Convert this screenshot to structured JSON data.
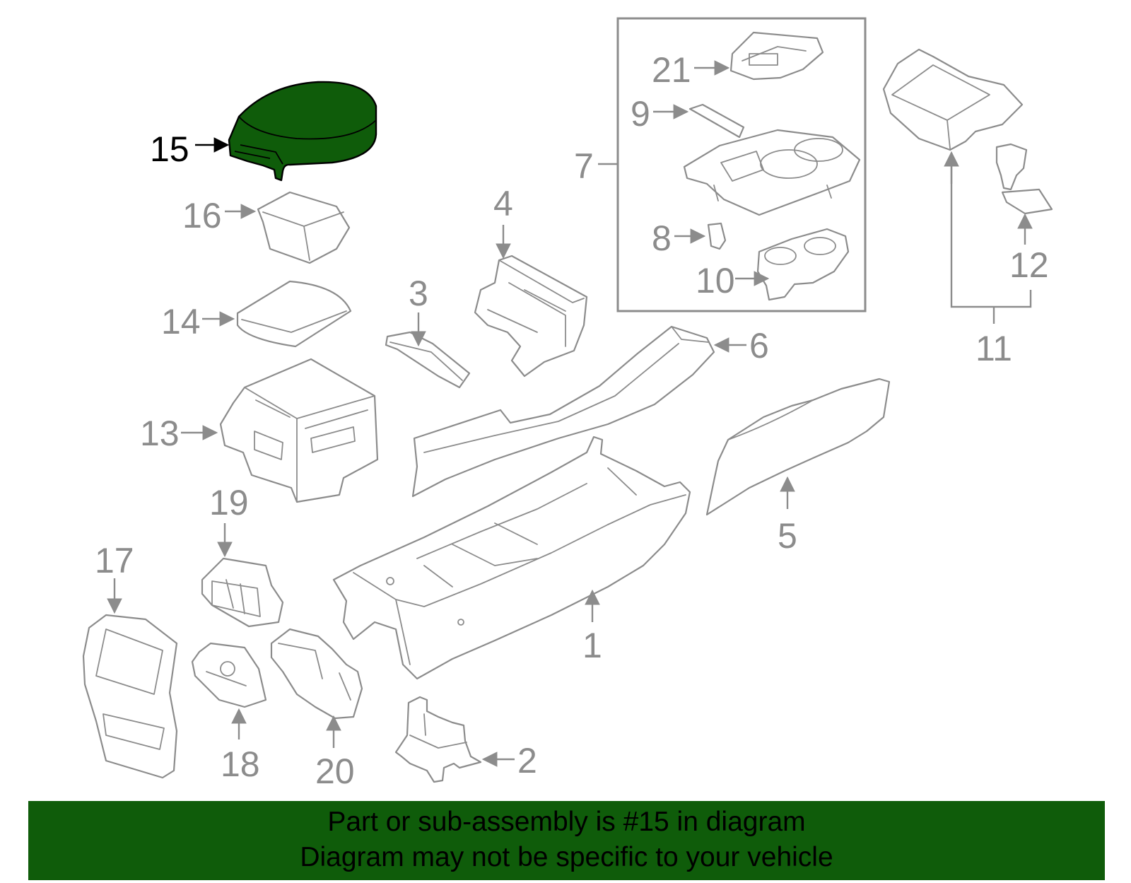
{
  "diagram": {
    "highlight_color": "#0f5c0a",
    "highlighted_part": "15",
    "callouts": [
      "1",
      "2",
      "3",
      "4",
      "5",
      "6",
      "7",
      "8",
      "9",
      "10",
      "11",
      "12",
      "13",
      "14",
      "15",
      "16",
      "17",
      "18",
      "19",
      "20",
      "21"
    ]
  },
  "banner": {
    "line1": "Part or sub-assembly is #15 in diagram",
    "line2": "Diagram may not be specific to your vehicle",
    "background": "#0f5c0a"
  }
}
